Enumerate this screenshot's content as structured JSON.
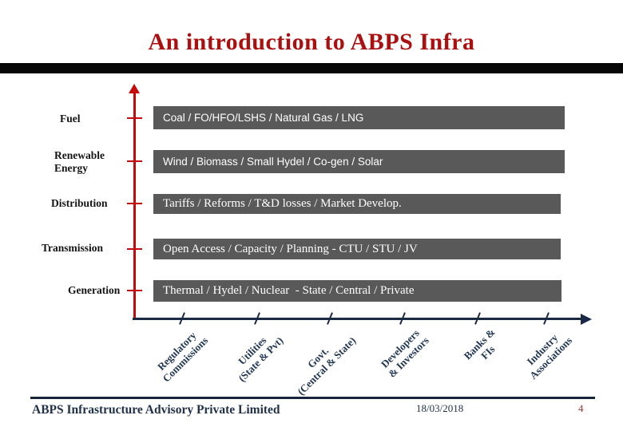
{
  "slide": {
    "title": "An introduction to ABPS Infra",
    "footer": {
      "company": "ABPS Infrastructure Advisory Private Limited",
      "date": "18/03/2018",
      "page_number": "4"
    }
  },
  "diagram": {
    "rows": [
      {
        "label": "Fuel",
        "bar_text": "Coal / FO/HFO/LSHS / Natural Gas / LNG"
      },
      {
        "label": "Renewable\nEnergy",
        "bar_text": "Wind / Biomass / Small Hydel / Co-gen / Solar"
      },
      {
        "label": "Distribution",
        "bar_text": "Tariffs / Reforms / T&D losses / Market Develop."
      },
      {
        "label": "Transmission",
        "bar_text": "Open Access / Capacity / Planning - CTU / STU / JV"
      },
      {
        "label": "Generation",
        "bar_text": "Thermal / Hydel / Nuclear  - State / Central / Private"
      }
    ],
    "stakeholders": [
      {
        "label": "Regulatory\nCommissions"
      },
      {
        "label": "Utilities\n(State & Pvt)"
      },
      {
        "label": "Govt.\n(Central & State)"
      },
      {
        "label": "Developers\n& Investors"
      },
      {
        "label": "Banks &\nFIs"
      },
      {
        "label": "Industry\nAssociations"
      }
    ],
    "colors": {
      "title_red": "#AB1010",
      "bar_gray": "#595959",
      "vertical_axis_red": "#C40A0A",
      "horizontal_axis_navy": "#1B2A44",
      "stakeholder_navy": "#1F3552",
      "footer_navy": "#1F3048",
      "page_number_red": "#A0342F"
    }
  }
}
